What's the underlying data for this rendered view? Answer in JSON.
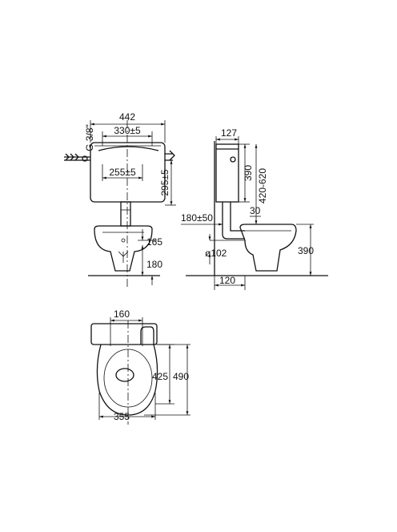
{
  "front_view": {
    "tank_width": "442",
    "mount_spacing": "330±5",
    "inlet_thread": "G 3/8\"",
    "outlet_spacing": "255±5",
    "tank_height_offset": "295±5",
    "bowl_rim_height": "165",
    "fixing_height": "180"
  },
  "side_view": {
    "tank_depth": "127",
    "tank_height": "390",
    "tank_range": "420-620",
    "pipe_offset": "30",
    "pipe_horizontal": "180±50",
    "outlet_diameter": "ø102",
    "bowl_height": "390",
    "floor_offset": "120"
  },
  "plan_view": {
    "fixing_spacing": "160",
    "inner_length": "425",
    "total_length": "490",
    "bowl_width": "355"
  }
}
